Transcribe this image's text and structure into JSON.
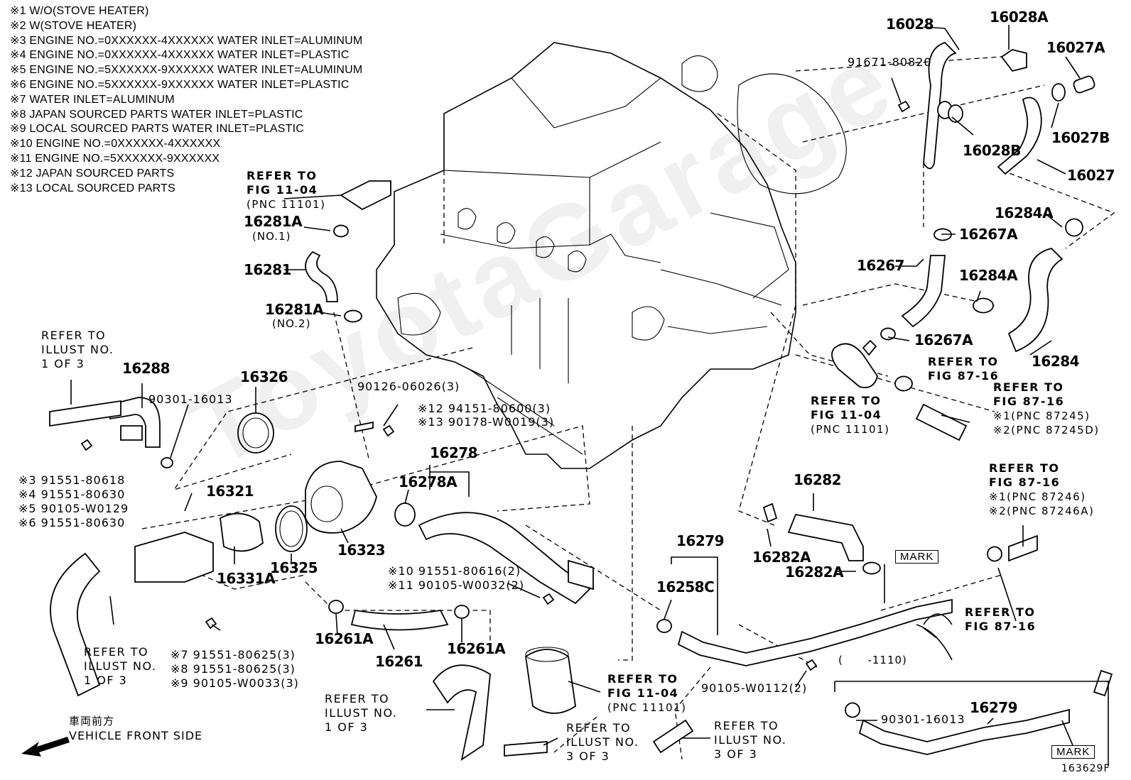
{
  "notes": [
    "※1  W/O(STOVE HEATER)",
    "※2  W(STOVE HEATER)",
    "※3  ENGINE NO.=0XXXXXX-4XXXXXX WATER INLET=ALUMINUM",
    "※4  ENGINE NO.=0XXXXXX-4XXXXXX WATER INLET=PLASTIC",
    "※5  ENGINE NO.=5XXXXXX-9XXXXXX WATER INLET=ALUMINUM",
    "※6  ENGINE NO.=5XXXXXX-9XXXXXX WATER INLET=PLASTIC",
    "※7  WATER INLET=ALUMINUM",
    "※8  JAPAN SOURCED PARTS WATER INLET=PLASTIC",
    "※9  LOCAL SOURCED PARTS WATER INLET=PLASTIC",
    "※10  ENGINE NO.=0XXXXXX-4XXXXXX",
    "※11  ENGINE NO.=5XXXXXX-9XXXXXX",
    "※12 JAPAN SOURCED PARTS",
    "※13 LOCAL SOURCED PARTS"
  ],
  "parts": {
    "p16028": "16028",
    "p16028A": "16028A",
    "p16027A": "16027A",
    "p91671": "91671-80820",
    "p16028B": "16028B",
    "p16027B": "16027B",
    "p16027": "16027",
    "p16284A_top": "16284A",
    "p16267A_top": "16267A",
    "p16267": "16267",
    "p16284A_mid": "16284A",
    "p16267A_low": "16267A",
    "p16284": "16284",
    "p16281A_top": "16281A",
    "p16281A_top_sub": "(NO.1)",
    "p16281": "16281",
    "p16281A_mid": "16281A",
    "p16281A_mid_sub": "(NO.2)",
    "p16288": "16288",
    "p16326": "16326",
    "p90301_a": "90301-16013",
    "p90126": "90126-06026(3)",
    "p94151": "※12 94151-80600(3)",
    "p90178": "※13 90178-W0019(3)",
    "p16278": "16278",
    "p16278A": "16278A",
    "p16321": "16321",
    "p16331A": "16331A",
    "p16325": "16325",
    "p16323": "16323",
    "p16282": "16282",
    "p16282A_a": "16282A",
    "p16282A_b": "16282A",
    "p16279": "16279",
    "p16258C": "16258C",
    "p91551_616": "※10 91551-80616(2)",
    "p90105_32": "※11 90105-W0032(2)",
    "p16261A_a": "16261A",
    "p16261": "16261",
    "p16261A_b": "16261A",
    "p90105_112": "90105-W0112(2)",
    "p16279_b": "16279",
    "p90301_b": "90301-16013",
    "fig_id": "163629F"
  },
  "left_bolts": [
    "※3  91551-80618",
    "※4  91551-80630",
    "※5  90105-W0129",
    "※6  91551-80630"
  ],
  "lower_bolts": [
    "※7   91551-80625(3)",
    "※8   91551-80625(3)",
    "※9   90105-W0033(3)"
  ],
  "refs": {
    "fig1104_a": [
      "REFER TO",
      "FIG 11-04",
      "(PNC 11101)"
    ],
    "illust1_a": [
      "REFER TO",
      "ILLUST NO.",
      "1 OF 3"
    ],
    "fig1104_b": [
      "REFER TO",
      "FIG 11-04",
      "(PNC 11101)"
    ],
    "fig8716_a": [
      "REFER TO",
      "FIG 87-16"
    ],
    "fig8716_b": [
      "REFER TO",
      "FIG 87-16",
      "※1(PNC 87245)",
      "※2(PNC 87245D)"
    ],
    "fig8716_c": [
      "REFER TO",
      "FIG 87-16",
      "※1(PNC 87246)",
      "※2(PNC 87246A)"
    ],
    "fig8716_d": [
      "REFER TO",
      "FIG 87-16"
    ],
    "illust1_b": [
      "REFER TO",
      "ILLUST NO.",
      "1 OF 3"
    ],
    "illust1_c": [
      "REFER TO",
      "ILLUST NO.",
      "1 OF 3"
    ],
    "fig1104_c": [
      "REFER TO",
      "FIG 11-04",
      "(PNC 11101)"
    ],
    "illust3_a": [
      "REFER TO",
      "ILLUST NO.",
      "3 OF 3"
    ],
    "illust3_b": [
      "REFER TO",
      "ILLUST NO.",
      "3 OF 3"
    ]
  },
  "mark_a": "MARK",
  "mark_b": "MARK",
  "range_label": "(      -1110)",
  "front_jp": "車両前方",
  "front_en": "VEHICLE FRONT SIDE",
  "watermark": "ToyotaGarage"
}
